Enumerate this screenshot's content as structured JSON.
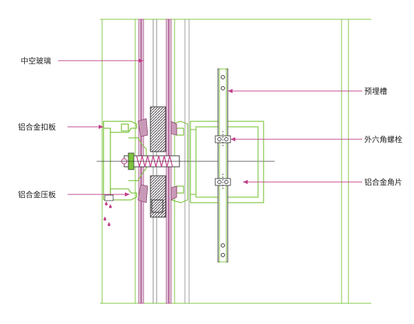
{
  "labels": {
    "insulating_glass": "中空玻璃",
    "aluminum_cover_strip": "铝合金扣板",
    "aluminum_pressure_plate": "铝合金压板",
    "embedded_channel": "预埋槽",
    "hex_bolt": "外六角螺栓",
    "aluminum_angle": "铝合金角片"
  },
  "colors": {
    "frame_green": "#7cc43c",
    "glass_pink": "#b05a92",
    "leader_pink": "#c0408a",
    "gray_line": "#8a8a8a",
    "dark_line": "#333333"
  }
}
